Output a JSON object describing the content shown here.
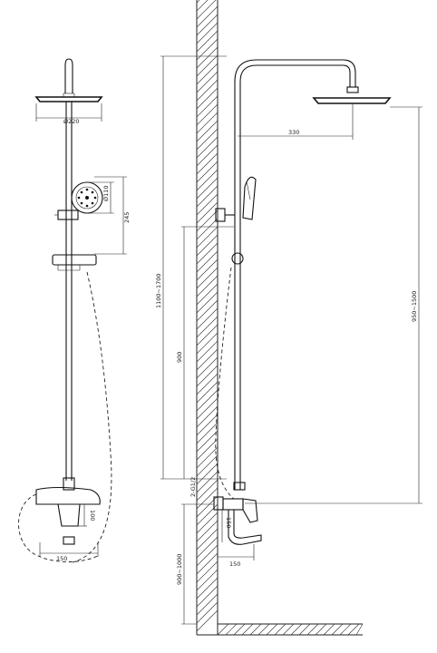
{
  "dimensions": {
    "head_diameter": "Ø220",
    "hand_shower_diameter": "Ø110",
    "hand_to_slider": "245",
    "rail_height": "1100~1700",
    "head_projection": "330",
    "head_height_range": "950~1500",
    "slider_travel": "900",
    "pipe_size": "2-G1/2",
    "mixer_height": "150",
    "spout_projection": "150",
    "mixer_spacing": "150",
    "mixer_front": "100",
    "floor_to_mixer": "900~1000"
  },
  "colors": {
    "line": "#111111",
    "background": "#ffffff"
  }
}
